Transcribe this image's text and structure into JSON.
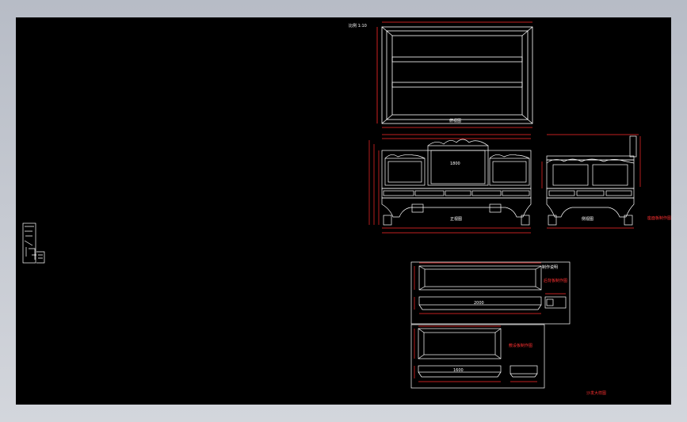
{
  "canvas": {
    "background": "#000000",
    "frame_color": "#c3c7cf"
  },
  "colors": {
    "drawing": "#ffffff",
    "dimension": "#ff2a2a"
  },
  "labels": {
    "top_view_caption": "俯视图",
    "scale_note": "比例 1:10",
    "front_view_caption": "正视图",
    "side_view_caption": "侧视图",
    "red_note_1": "座面板制作图",
    "red_note_2": "后背板制作图",
    "red_note_3": "敷设板制作图",
    "red_note_4": "制作说明",
    "corner_note": "沙发大样图",
    "center_mark": "1800",
    "small_top_dim": "2000",
    "small_bottom_dim": "1600"
  }
}
